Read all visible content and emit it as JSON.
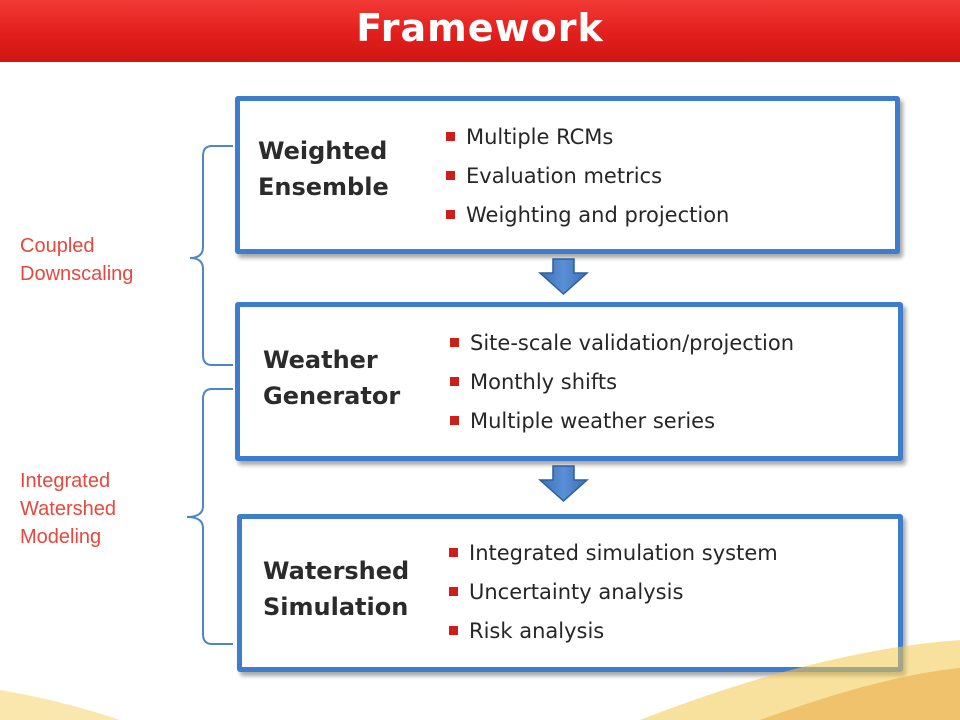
{
  "page": {
    "title": "Framework"
  },
  "side_labels": {
    "coupled": "Coupled\nDownscaling",
    "integrated": "Integrated\nWatershed\nModeling"
  },
  "boxes": [
    {
      "title": "Weighted\nEnsemble",
      "bullets": [
        "Multiple RCMs",
        "Evaluation metrics",
        "Weighting and projection"
      ]
    },
    {
      "title": "Weather\nGenerator",
      "bullets": [
        "Site-scale validation/projection",
        "Monthly shifts",
        "Multiple weather series"
      ]
    },
    {
      "title": "Watershed\nSimulation",
      "bullets": [
        "Integrated simulation system",
        "Uncertainty analysis",
        "Risk analysis"
      ]
    }
  ],
  "colors": {
    "title_bar": "#e21f1c",
    "box_border": "#3e7dcc",
    "arrow": "#4a7fc8",
    "side_label": "#e8473e",
    "bullet": "#cc1f1a"
  }
}
